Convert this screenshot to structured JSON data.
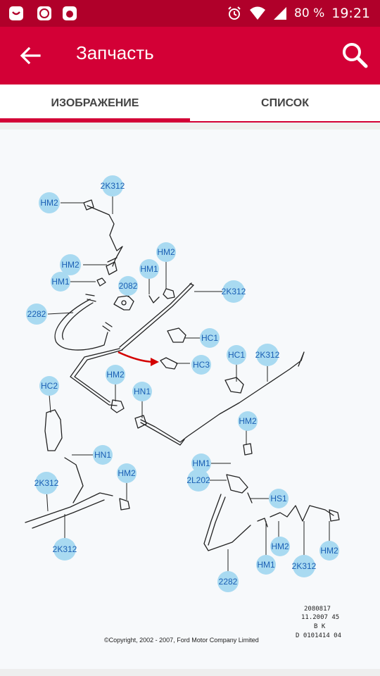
{
  "status_bar": {
    "battery": "80 %",
    "time": "19:21"
  },
  "app_bar": {
    "title": "Запчасть"
  },
  "tabs": [
    {
      "label": "ИЗОБРАЖЕНИЕ",
      "selected": true
    },
    {
      "label": "СПИСОК",
      "selected": false
    }
  ],
  "diagram": {
    "callouts": [
      "2K312",
      "HM2",
      "HM2",
      "HM1",
      "2082",
      "HM1",
      "HM2",
      "2K312",
      "2282",
      "HC1",
      "HC3",
      "HC1",
      "2K312",
      "HM2",
      "HN1",
      "HC2",
      "HM2",
      "HN1",
      "HM1",
      "2L202",
      "HM2",
      "2K312",
      "HS1",
      "2K312",
      "HM1",
      "HM2",
      "2K312",
      "HM2",
      "2282"
    ],
    "code_lines": [
      "2080817",
      "11.2007 45",
      "B K",
      "D 0101414 04"
    ],
    "copyright": "©Copyright, 2002 - 2007, Ford Motor Company Limited"
  },
  "colors": {
    "status_bar": "#b0002a",
    "app_bar": "#d30036",
    "callout": "#a9daf1",
    "callout_text": "#1a5fb4"
  }
}
